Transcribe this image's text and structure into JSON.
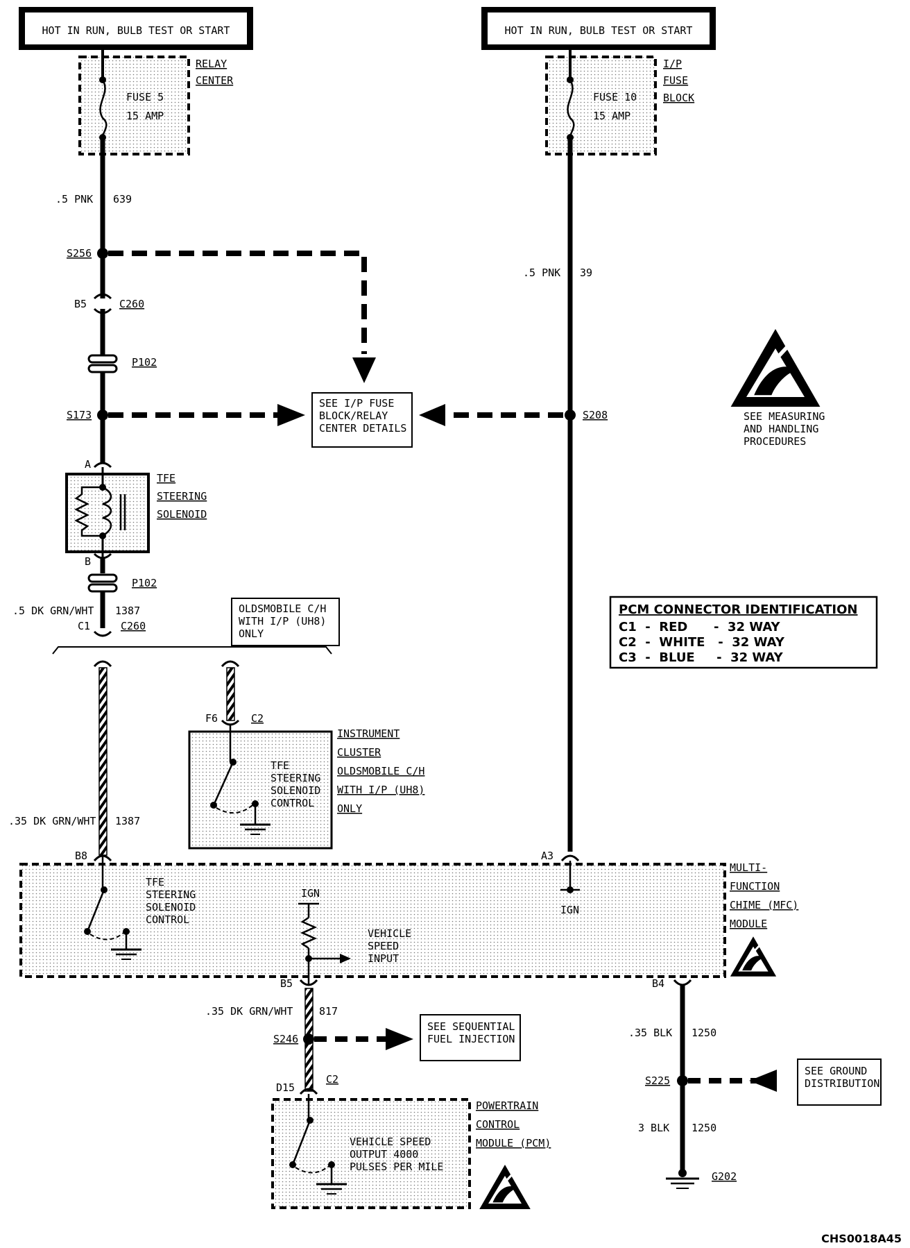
{
  "power_sources": {
    "left": "HOT IN RUN, BULB TEST OR START",
    "right": "HOT IN RUN, BULB TEST OR START"
  },
  "relay_center": {
    "line1": "RELAY",
    "line2": "CENTER",
    "fuse_name": "FUSE 5",
    "fuse_rating": "15 AMP"
  },
  "ip_fuse_block": {
    "line1": "I/P",
    "line2": "FUSE",
    "line3": "BLOCK",
    "fuse_name": "FUSE 10",
    "fuse_rating": "15 AMP"
  },
  "wires": {
    "w639_gauge": ".5 PNK",
    "w639_num": "639",
    "w39_gauge": ".5 PNK",
    "w39_num": "39",
    "w1387a_gauge": ".5 DK GRN/WHT",
    "w1387a_num": "1387",
    "w1387b_gauge": ".35 DK GRN/WHT",
    "w1387b_num": "1387",
    "w817_gauge": ".35 DK GRN/WHT",
    "w817_num": "817",
    "w1250a_gauge": ".35 BLK",
    "w1250a_num": "1250",
    "w1250b_gauge": "3 BLK",
    "w1250b_num": "1250"
  },
  "splices": {
    "s256": "S256",
    "s173": "S173",
    "s208": "S208",
    "s246": "S246",
    "s225": "S225"
  },
  "connectors": {
    "b5_top": "B5",
    "c260_top": "C260",
    "p102_top": "P102",
    "a": "A",
    "b": "B",
    "p102_bottom": "P102",
    "c1": "C1",
    "c260_bottom": "C260",
    "f6": "F6",
    "c2_ic": "C2",
    "b8": "B8",
    "a3": "A3",
    "b5_mfc": "B5",
    "b4": "B4",
    "d15": "D15",
    "c2_pcm": "C2",
    "g202": "G202"
  },
  "notes": {
    "ip_fuse_details": [
      "SEE I/P FUSE",
      "BLOCK/RELAY",
      "CENTER DETAILS"
    ],
    "oldsmobile": [
      "OLDSMOBILE C/H",
      "WITH I/P (UH8)",
      "ONLY"
    ],
    "esd": [
      "SEE MEASURING",
      "AND HANDLING",
      "PROCEDURES"
    ],
    "sfi": [
      "SEE SEQUENTIAL",
      "FUEL INJECTION"
    ],
    "ground": [
      "SEE GROUND",
      "DISTRIBUTION"
    ]
  },
  "tfe_solenoid": [
    "TFE",
    "STEERING",
    "SOLENOID"
  ],
  "instrument_cluster": {
    "label": [
      "INSTRUMENT",
      "CLUSTER",
      "OLDSMOBILE C/H",
      "WITH I/P (UH8)",
      "ONLY"
    ],
    "inner": [
      "TFE",
      "STEERING",
      "SOLENOID",
      "CONTROL"
    ]
  },
  "mfc": {
    "label": [
      "MULTI-",
      "FUNCTION",
      "CHIME (MFC)",
      "MODULE"
    ],
    "tfe_control": [
      "TFE",
      "STEERING",
      "SOLENOID",
      "CONTROL"
    ],
    "ign_left": "IGN",
    "ign_right": "IGN",
    "vss_input": [
      "VEHICLE",
      "SPEED",
      "INPUT"
    ]
  },
  "pcm": {
    "label": [
      "POWERTRAIN",
      "CONTROL",
      "MODULE (PCM)"
    ],
    "inner": [
      "VEHICLE SPEED",
      "OUTPUT 4000",
      "PULSES PER MILE"
    ]
  },
  "pcm_connector_id": {
    "title": "PCM CONNECTOR IDENTIFICATION",
    "rows": [
      "C1  -  RED      -  32 WAY",
      "C2  -  WHITE   -  32 WAY",
      "C3  -  BLUE     -  32 WAY"
    ]
  },
  "figure_id": "CHS0018A45"
}
